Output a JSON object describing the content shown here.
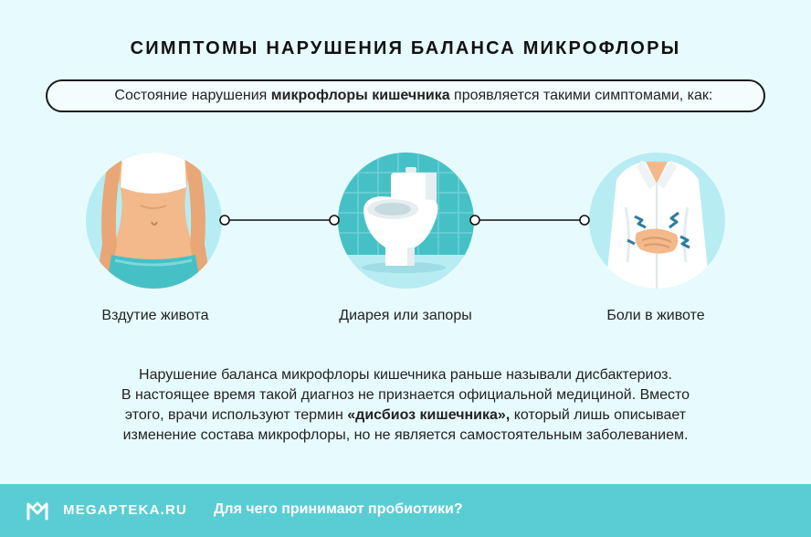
{
  "title": "СИМПТОМЫ НАРУШЕНИЯ БАЛАНСА МИКРОФЛОРЫ",
  "intro": {
    "prefix": "Состояние нарушения ",
    "bold": "микрофлоры кишечника",
    "suffix": " проявляется такими симптомами, как:"
  },
  "symptoms": [
    {
      "label": "Вздутие живота",
      "icon": "bloated-belly-icon"
    },
    {
      "label": "Диарея или запоры",
      "icon": "toilet-icon"
    },
    {
      "label": "Боли в животе",
      "icon": "stomach-pain-icon"
    }
  ],
  "note": {
    "line1": "Нарушение баланса микрофлоры кишечника раньше называли дисбактериоз.",
    "line2": "В настоящее время такой диагноз не признается официальной медициной. Вместо",
    "line3_prefix": "этого, врачи используют термин ",
    "line3_bold": "«дисбиоз кишечника»,",
    "line3_suffix": " который лишь описывает",
    "line4": "изменение состава микрофлоры, но не является самостоятельным заболеванием."
  },
  "footer": {
    "brand": "MEGAPTEKA.RU",
    "link": "Для чего принимают пробиотики?",
    "logo_icon": "megapteka-logo-icon"
  },
  "colors": {
    "background": "#e7fbfe",
    "circle": "#b7ecf3",
    "footer": "#5acdd4",
    "skin": "#f3b98a",
    "tile": "#45c1c6"
  }
}
